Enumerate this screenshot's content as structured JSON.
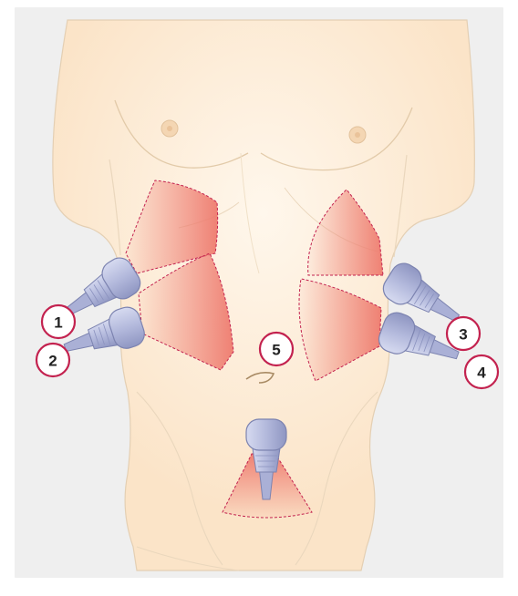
{
  "diagram": {
    "colors": {
      "panel": "#efefef",
      "skin": "#fbe6cc",
      "skin_light": "#fff6ea",
      "skin_outline": "#d7bfa0",
      "beam": "#ef7f72",
      "beam_edge": "#c3224f",
      "probe": "#b9bfe0",
      "probe_dark": "#8c93bd",
      "callout_ring": "#c3224f"
    },
    "probes": [
      {
        "label": "1",
        "icon": "ultrasound-probe-icon"
      },
      {
        "label": "2",
        "icon": "ultrasound-probe-icon"
      },
      {
        "label": "3",
        "icon": "ultrasound-probe-icon"
      },
      {
        "label": "4",
        "icon": "ultrasound-probe-icon"
      },
      {
        "label": "5",
        "icon": "ultrasound-probe-icon"
      }
    ]
  }
}
